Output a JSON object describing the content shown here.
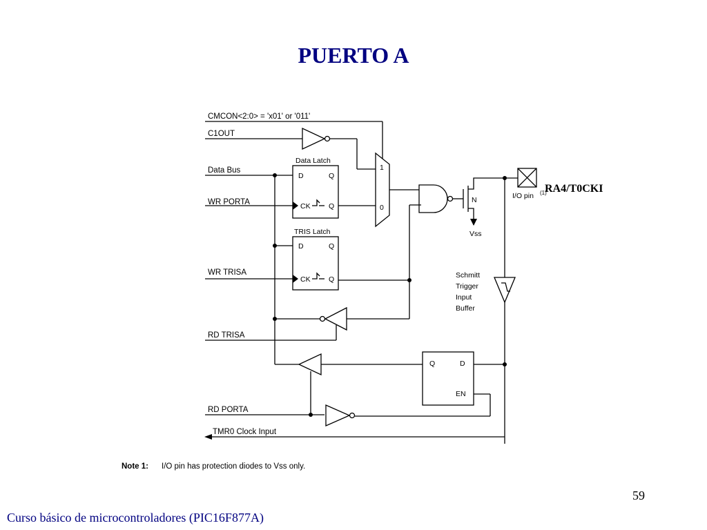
{
  "slide": {
    "title": "PUERTO A",
    "page_number": "59",
    "footer": "Curso básico de microcontroladores (PIC16F877A)"
  },
  "diagram": {
    "signals": {
      "cmcon": "CMCON<2:0> = 'x01' or '011'",
      "c1out": "C1OUT",
      "data_bus": "Data Bus",
      "wr_porta": "WR  PORTA",
      "wr_trisa": "WR TRISA",
      "rd_trisa": "RD TRISA",
      "rd_porta": "RD PORTA",
      "tmr0": "TMR0 Clock Input"
    },
    "data_latch": {
      "title": "Data Latch",
      "d": "D",
      "q_top": "Q",
      "ck": "CK",
      "q_bottom": "Q"
    },
    "tris_latch": {
      "title": "TRIS Latch",
      "d": "D",
      "q_top": "Q",
      "ck": "CK",
      "q_bottom": "Q"
    },
    "mux": {
      "in1": "1",
      "in0": "0"
    },
    "transistor": {
      "label": "N",
      "vss": "Vss"
    },
    "pin": {
      "io_label": "I/O pin",
      "superscript": "(1)",
      "name": "RA4/T0CKI"
    },
    "schmitt": {
      "line1": "Schmitt",
      "line2": "Trigger",
      "line3": "Input",
      "line4": "Buffer"
    },
    "input_latch": {
      "q": "Q",
      "d": "D",
      "en": "EN"
    },
    "note": {
      "label": "Note  1:",
      "text": "I/O pin has protection diodes to Vss only."
    }
  }
}
